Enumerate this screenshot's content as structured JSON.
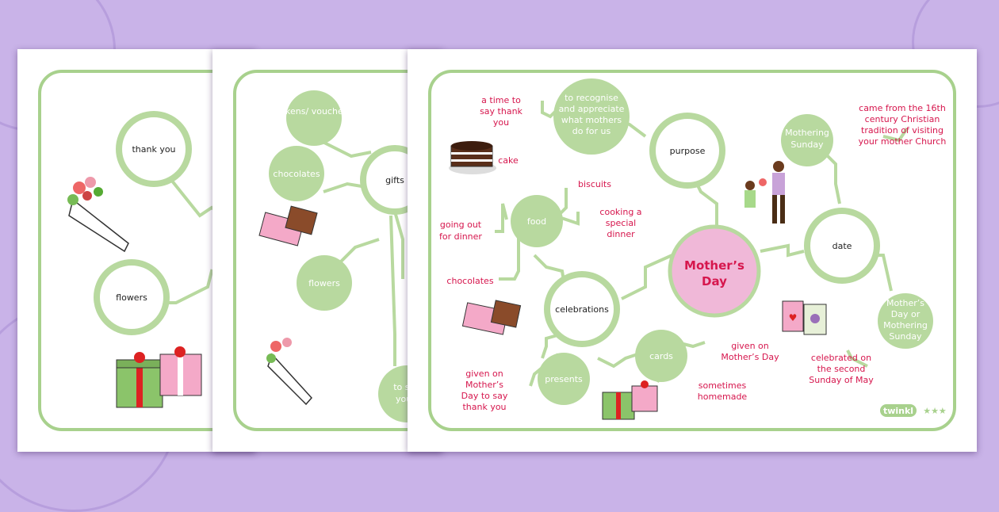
{
  "colors": {
    "background": "#c9b3e8",
    "frame": "#a8d18d",
    "node_fill": "#b8d99f",
    "red_text": "#d6164d",
    "center_fill": "#f0b8d8"
  },
  "sheet1": {
    "nodes": [
      "thank you",
      "flowers"
    ]
  },
  "sheet2": {
    "nodes": [
      "tokens/ vouchers",
      "chocolates",
      "gifts",
      "flowers",
      "to say",
      "you t"
    ]
  },
  "main": {
    "center": [
      "Mother’s",
      "Day"
    ],
    "nodes": {
      "purpose": [
        "purpose"
      ],
      "food": [
        "food"
      ],
      "celebrations": [
        "celebrations"
      ],
      "presents": [
        "presents"
      ],
      "cards": [
        "cards"
      ],
      "date": [
        "date"
      ],
      "mothering_sunday": [
        "Mothering",
        "Sunday"
      ],
      "mothers_day_or": [
        "Mother’s",
        "Day or",
        "Mothering",
        "Sunday"
      ],
      "recognise": [
        "to recognise",
        "and appreciate",
        "what mothers",
        "do for us"
      ]
    },
    "labels": {
      "time_to_say": [
        "a time to",
        "say thank",
        "you"
      ],
      "cake": [
        "cake"
      ],
      "biscuits": [
        "biscuits"
      ],
      "cooking": [
        "cooking a",
        "special",
        "dinner"
      ],
      "going_out": [
        "going out",
        "for dinner"
      ],
      "chocolates": [
        "chocolates"
      ],
      "given_on_card": [
        "given on",
        "Mother’s Day"
      ],
      "sometimes": [
        "sometimes",
        "homemade"
      ],
      "given_on_present": [
        "given on",
        "Mother’s",
        "Day to say",
        "thank you"
      ],
      "celebrated": [
        "celebrated on",
        "the second",
        "Sunday of May"
      ],
      "came_from": [
        "came from the 16th",
        "century Christian",
        "tradition of visiting",
        "your mother Church"
      ]
    },
    "logo": "twinkl",
    "stars": "★★★"
  }
}
